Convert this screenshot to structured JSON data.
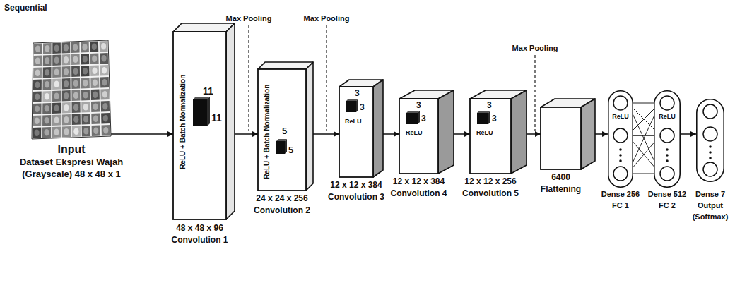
{
  "diagram": {
    "nodes": [
      {
        "text": [
          "Input",
          "Dataset Ekspresi Wajah",
          "(Grayscale) 48 x 48 x 1"
        ]
      },
      {
        "text": [
          "ReLU + Batch Normalization",
          "11",
          "11",
          "48 x 48 x 96",
          "Convolution 1"
        ]
      },
      {
        "text": [
          "ReLU + Batch Normalization",
          "5",
          "5",
          "24 x 24 x 256",
          "Convolution 2"
        ]
      },
      {
        "text": [
          "3",
          "3",
          "ReLU",
          "12 x 12 x 384",
          "Convolution 3"
        ]
      },
      {
        "text": [
          "3",
          "3",
          "ReLU",
          "12 x 12 x 384",
          "Convolution 4"
        ]
      },
      {
        "text": [
          "3",
          "3",
          "ReLU",
          "12 x 12 x 256",
          "Convolution 5"
        ]
      },
      {
        "text": [
          "6400",
          "Flattening"
        ]
      },
      {
        "text": [
          "ReLU",
          "Dense 256",
          "FC 1"
        ]
      },
      {
        "text": [
          "ReLU",
          "Dense 512",
          "FC 2"
        ]
      },
      {
        "text": [
          "Dense 7",
          "Output",
          "(Softmax)"
        ]
      }
    ],
    "edges": [
      {
        "from": 0,
        "to": 1,
        "arrow": "to"
      },
      {
        "from": 1,
        "to": 2,
        "arrow": "to"
      },
      {
        "from": 2,
        "to": 3,
        "arrow": "to"
      },
      {
        "from": 3,
        "to": 4,
        "arrow": "to"
      },
      {
        "from": 4,
        "to": 5,
        "arrow": "to"
      },
      {
        "from": 5,
        "to": 6,
        "arrow": "to"
      },
      {
        "from": 6,
        "to": 7,
        "arrow": "to"
      },
      {
        "from": 7,
        "to": 8,
        "arrow": "none"
      },
      {
        "from": 8,
        "to": 9,
        "arrow": "to"
      }
    ],
    "labels": [
      "Sequential",
      "Max Pooling",
      "Max Pooling",
      "Max Pooling"
    ]
  }
}
